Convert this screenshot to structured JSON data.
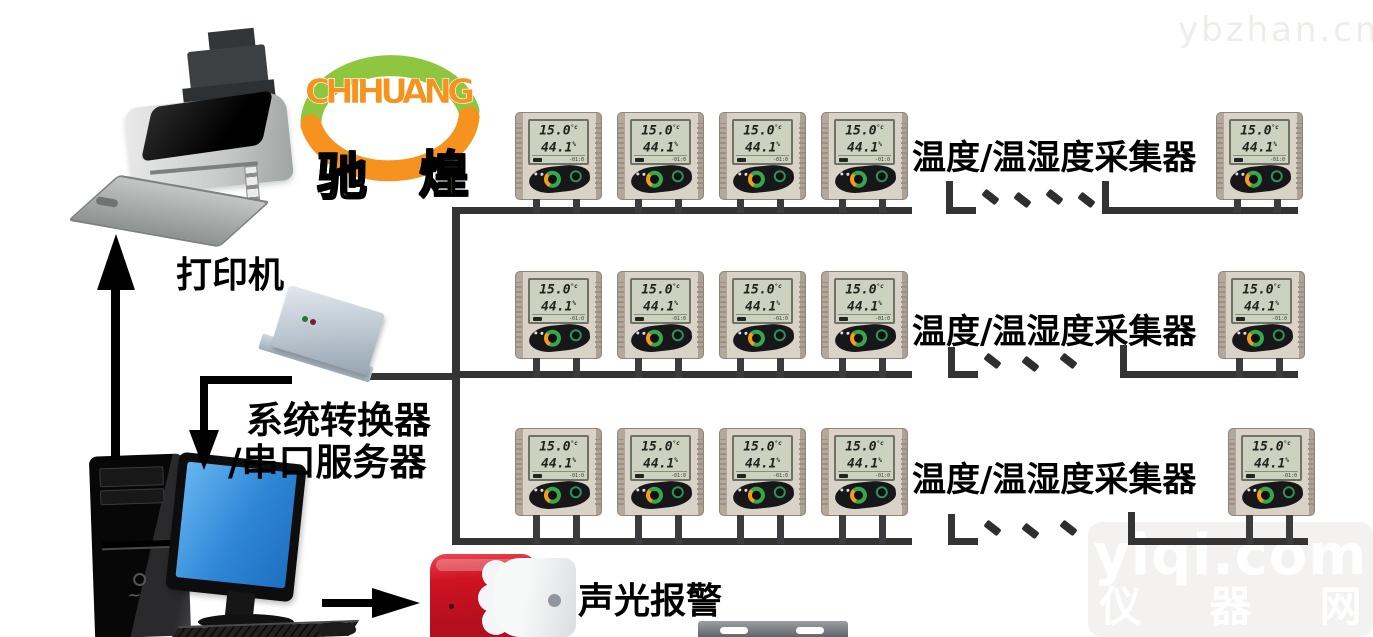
{
  "watermarks": {
    "top_right": "ybzhan.cn",
    "bottom_right_line1": "yiqi.com",
    "bottom_right_line2_char1": "仪",
    "bottom_right_line2_char2": "器",
    "bottom_right_line2_char3": "网"
  },
  "logo": {
    "brand": "CHIHUANG",
    "hanzi_left": "驰",
    "hanzi_right": "煌",
    "green": "#8ec73f",
    "orange": "#f6921e"
  },
  "labels": {
    "printer": "打印机",
    "converter_line1": "系统转换器",
    "converter_line2": "/串口服务器",
    "alarm": "声光报警",
    "collector_row": "温度/温湿度采集器"
  },
  "collector_device": {
    "temp_display": "15.0",
    "temp_unit": "°c",
    "humidity_display": "44.1",
    "humidity_unit": "%",
    "status_display": "-01:0"
  },
  "colors": {
    "cable": "#343434",
    "device_case": "#d9d2c6",
    "lcd": "#ccd2bf",
    "alarm_red": "#cf1322",
    "screen_blue": "#2e86d6",
    "converter_silver": "#c9d3db",
    "watermark_grey": "#ededea"
  }
}
